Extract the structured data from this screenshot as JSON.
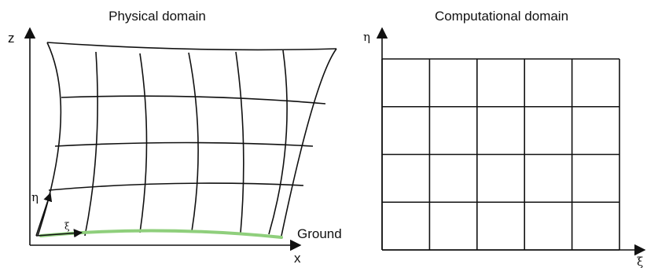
{
  "physical": {
    "title": "Physical domain",
    "z_label": "z",
    "x_label": "x",
    "eta_label": "η",
    "xi_label": "ξ",
    "ground_label": "Ground",
    "ground_color": "#8fcf7c"
  },
  "computational": {
    "title": "Computational domain",
    "eta_label": "η",
    "xi_label": "ξ",
    "grid_cols": 5,
    "grid_rows": 4
  }
}
